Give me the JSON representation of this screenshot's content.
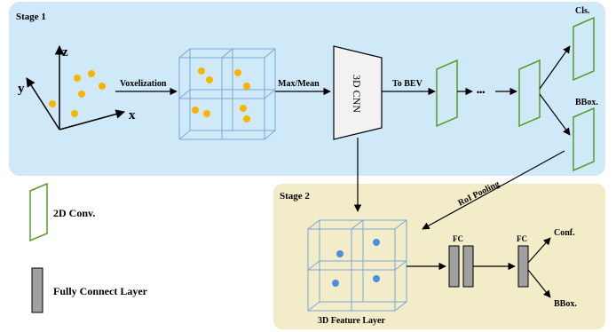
{
  "stage1": {
    "title": "Stage 1"
  },
  "stage2": {
    "title": "Stage 2"
  },
  "axes": {
    "z": "z",
    "y": "y",
    "x": "x"
  },
  "steps": {
    "voxelization": "Voxelization",
    "max_mean": "Max/Mean",
    "cnn3d": "3D CNN",
    "to_bev": "To BEV",
    "ellipsis": "•••",
    "cls": "Cls.",
    "bbox_top": "BBox.",
    "roi_pooling": "RoI Pooling",
    "fc1": "FC",
    "fc2": "FC",
    "conf": "Conf.",
    "bbox_bottom": "BBox.",
    "feature_layer": "3D Feature Layer"
  },
  "legend": {
    "conv2d": "2D Conv.",
    "fc_layer": "Fully Connect Layer"
  },
  "colors": {
    "stage1_bg": "#cfe9f8",
    "stage2_bg": "#f3ecc8",
    "point_orange": "#f7b500",
    "point_blue": "#4a90e2",
    "voxel_edge": "#7aa6d8",
    "conv_green": "#5a9a2a",
    "fc_gray": "#a0a0a0"
  }
}
